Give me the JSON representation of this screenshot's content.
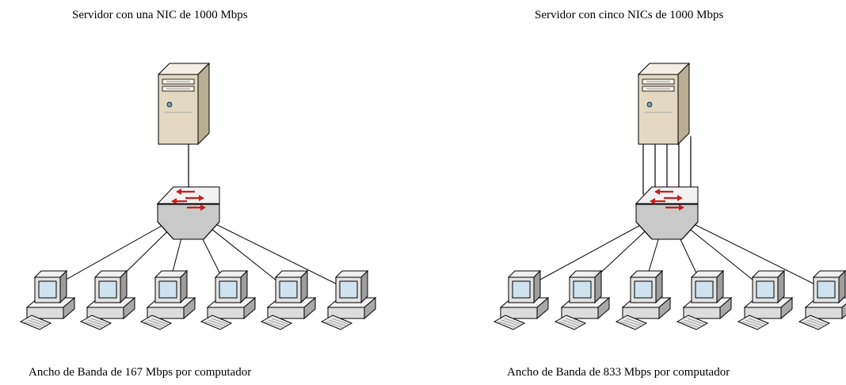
{
  "left_panel": {
    "title": "Servidor con una NIC de 1000 Mbps",
    "caption": "Ancho de Banda de 167 Mbps por computador",
    "server_links": 1,
    "computer_count": 6
  },
  "right_panel": {
    "title": "Servidor con cinco NICs de 1000 Mbps",
    "caption": "Ancho de Banda de 833 Mbps por computador",
    "server_links": 5,
    "computer_count": 6
  },
  "colors": {
    "server_body": "#e3d9c2",
    "switch_body": "#d7d7d7",
    "arrow": "#cc1d1d",
    "monitor_screen": "#cfe3ef",
    "line": "#000000"
  },
  "icons": [
    "server-icon",
    "switch-icon",
    "computer-icon"
  ]
}
